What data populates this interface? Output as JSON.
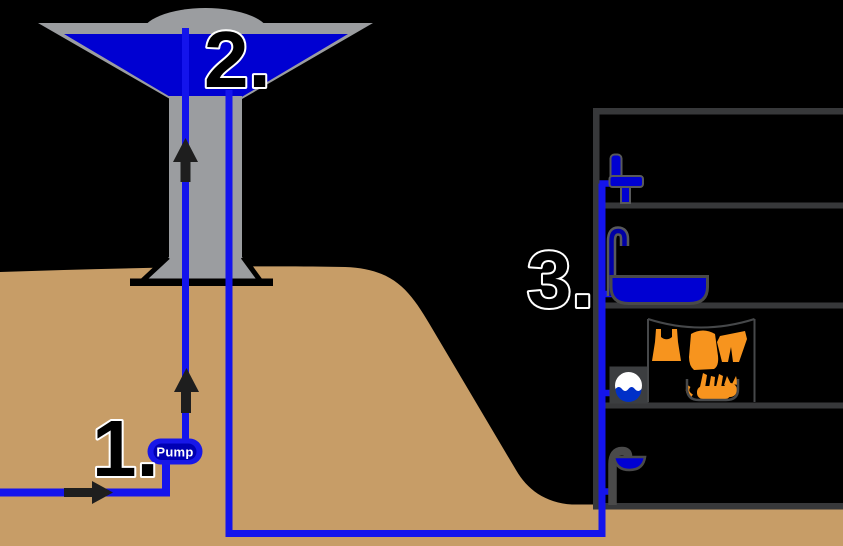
{
  "diagram": {
    "kind": "water-distribution-system",
    "labels": {
      "pump_step": "1.",
      "tower_step": "2.",
      "building_step": "3."
    },
    "pump": {
      "label": "Pump"
    },
    "icons": [
      "water-tower-icon",
      "pump-icon",
      "flow-arrow-up-icon",
      "flow-arrow-right-icon",
      "sink-faucet-icon",
      "bath-faucet-icon",
      "bathtub-icon",
      "washing-machine-icon",
      "clothesline-icon",
      "tank-top-icon",
      "shirt-icon",
      "pants-icon",
      "laundry-basket-icon",
      "cat-icon",
      "drinking-fountain-icon"
    ],
    "colors": {
      "background": "#000000",
      "ground": "#c79d67",
      "tank_water": "#0000d2",
      "pipe": "#1414ec",
      "tower_gray": "#9b9da0",
      "building_gray": "#37383a",
      "fixture_gray": "#4a4a4a",
      "laundry_orange": "#f7941e",
      "pump_fill": "#1717e8",
      "pump_inner": "#0000b4",
      "arrow": "#1e1e1e",
      "label_fill": "#000000",
      "label_outline": "#ffffff"
    }
  }
}
